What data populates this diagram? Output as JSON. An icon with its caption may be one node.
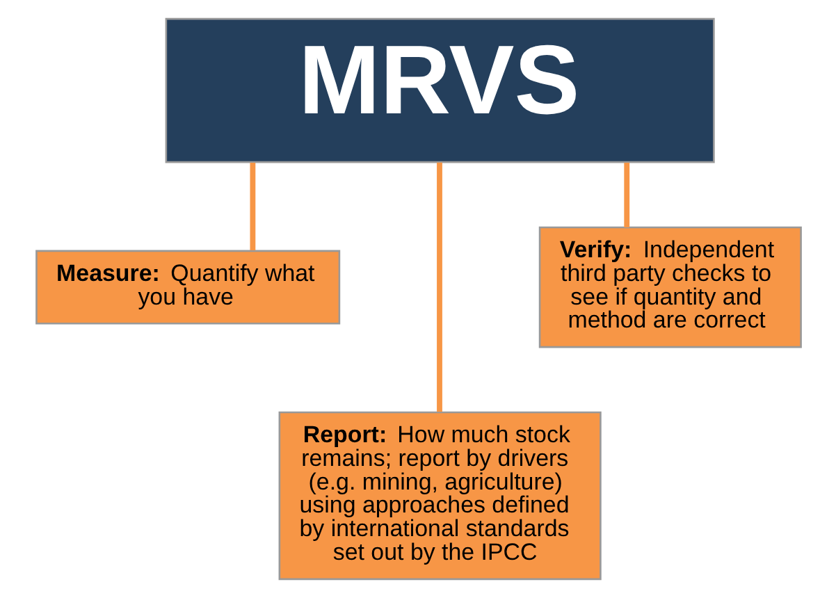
{
  "diagram": {
    "nodes": [
      {
        "text": [
          "MRVS"
        ]
      },
      {
        "text": [
          "**Measure:** Quantify what you have"
        ]
      },
      {
        "text": [
          "**Report:** How much stock remains; report by drivers (e.g. mining, agriculture) using approaches defined by international standards set out by the IPCC"
        ]
      },
      {
        "text": [
          "**Verify:** Independent third party checks to see if quantity and method are correct"
        ]
      }
    ],
    "edges": [
      {
        "from": 0,
        "to": 1,
        "arrow": "none"
      },
      {
        "from": 0,
        "to": 2,
        "arrow": "none"
      },
      {
        "from": 0,
        "to": 3,
        "arrow": "none"
      }
    ]
  }
}
